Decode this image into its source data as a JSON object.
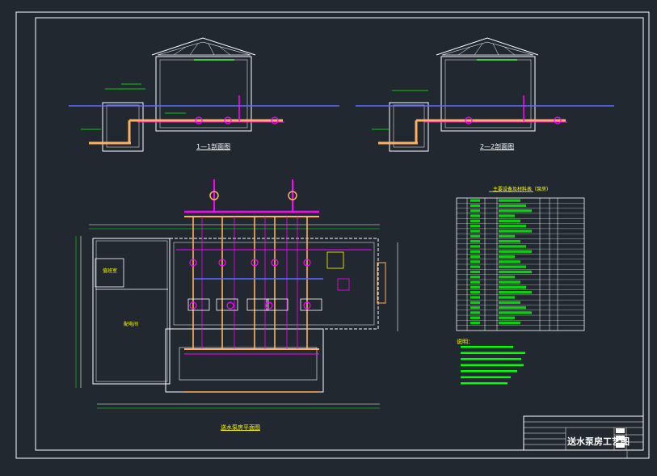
{
  "drawing": {
    "section_1_title": "1—1剖面图",
    "section_2_title": "2—2剖面图",
    "plan_title": "送水泵房平面图",
    "equipment_table_title": "主要设备及材料表（泵房）",
    "notes_title": "说明：",
    "drawing_title": "送水泵房工艺图",
    "room_labels": [
      "值班室",
      "配电间"
    ],
    "colors": {
      "background": "#212830",
      "frame": "#ffffff",
      "pipe_magenta": "#ff00ff",
      "pipe_orange": "#ffb060",
      "pipe_blue": "#5a6cff",
      "dimension_green": "#00ff00",
      "yellow": "#ffff00",
      "cyan": "#00ffff"
    }
  }
}
